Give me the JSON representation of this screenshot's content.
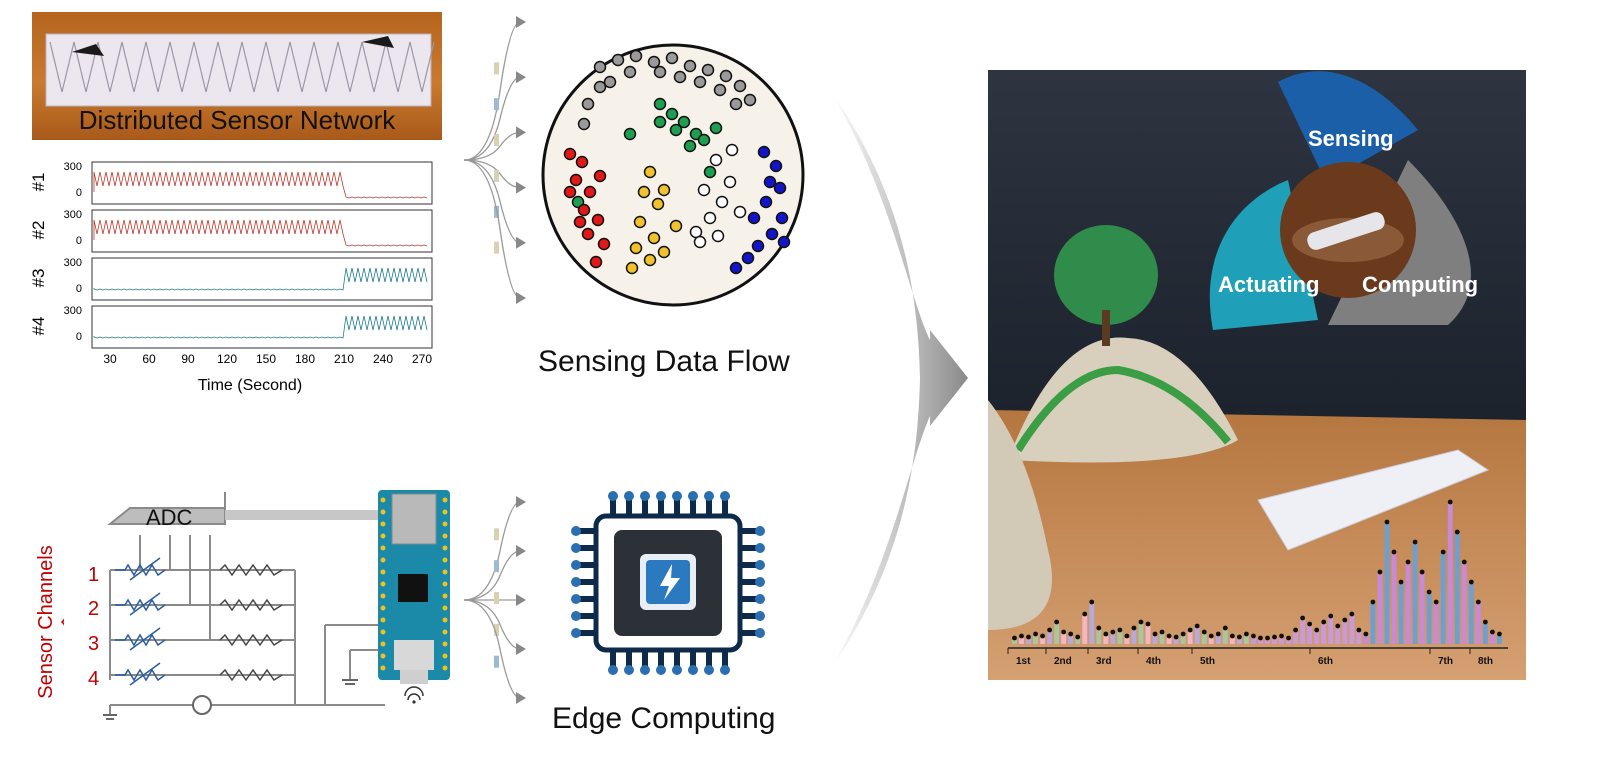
{
  "sensor_photo": {
    "title": "Distributed Sensor Network"
  },
  "signal_plots": {
    "channels": [
      "#1",
      "#2",
      "#3",
      "#4"
    ],
    "y_ticks": [
      "300",
      "0"
    ],
    "x_ticks": [
      "30",
      "60",
      "90",
      "120",
      "150",
      "180",
      "210",
      "240",
      "270"
    ],
    "x_label": "Time (Second)",
    "colors": {
      "ch1": "#c0392b",
      "ch2": "#c0392b",
      "ch3": "#1f7a8c",
      "ch4": "#1f7a8c"
    }
  },
  "flow": {
    "title": "Sensing Data Flow"
  },
  "cluster_colors": {
    "gray": "#9a9a9a",
    "green": "#1e9e50",
    "red": "#e01818",
    "yellow": "#f2c12e",
    "white": "#ffffff",
    "blue": "#1414c8"
  },
  "circuit": {
    "adc_label": "ADC",
    "channels_title": "Sensor Channels",
    "channel_numbers": [
      "1",
      "2",
      "3",
      "4"
    ]
  },
  "edge": {
    "title": "Edge Computing"
  },
  "cycle": {
    "sensing": "Sensing",
    "actuating": "Actuating",
    "computing": "Computing",
    "colors": {
      "sensing": "#1b5fa8",
      "actuating": "#1fa0b8",
      "computing": "#7f7f7f"
    }
  },
  "scene_chart": {
    "cycles": [
      "1st",
      "2nd",
      "3rd",
      "4th",
      "5th",
      "6th",
      "7th",
      "8th"
    ]
  }
}
